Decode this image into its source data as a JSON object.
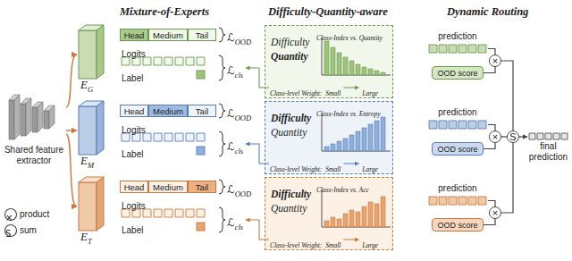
{
  "diagram": {
    "nodes": [
      {
        "text": [
          "Shared feature extractor"
        ]
      },
      {
        "text": [
          "E",
          "G"
        ]
      },
      {
        "text": [
          "E",
          "M"
        ]
      },
      {
        "text": [
          "E",
          "T"
        ]
      },
      {
        "text": [
          "Head"
        ]
      },
      {
        "text": [
          "Medium"
        ]
      },
      {
        "text": [
          "Tail"
        ]
      },
      {
        "text": [
          "Difficulty",
          "Quantity"
        ]
      },
      {
        "text": [
          "prediction"
        ]
      },
      {
        "text": [
          "OOD score"
        ]
      },
      {
        "text": [
          "×"
        ]
      },
      {
        "text": [
          "Head"
        ]
      },
      {
        "text": [
          "Medium"
        ]
      },
      {
        "text": [
          "Tail"
        ]
      },
      {
        "text": [
          "Difficulty",
          "Quantity"
        ]
      },
      {
        "text": [
          "prediction"
        ]
      },
      {
        "text": [
          "OOD score"
        ]
      },
      {
        "text": [
          "×"
        ]
      },
      {
        "text": [
          "Head"
        ]
      },
      {
        "text": [
          "Medium"
        ]
      },
      {
        "text": [
          "Tail"
        ]
      },
      {
        "text": [
          "Difficulty",
          "Quantity"
        ]
      },
      {
        "text": [
          "prediction"
        ]
      },
      {
        "text": [
          "OOD score"
        ]
      },
      {
        "text": [
          "×"
        ]
      },
      {
        "text": [
          "S"
        ]
      },
      {
        "text": [
          "final prediction"
        ]
      }
    ],
    "edges": [
      {
        "from": 0,
        "to": 1,
        "arrow": "to"
      },
      {
        "from": 0,
        "to": 2,
        "arrow": "to"
      },
      {
        "from": 0,
        "to": 3,
        "arrow": "to"
      },
      {
        "from": 8,
        "to": 10,
        "arrow": "none"
      },
      {
        "from": 9,
        "to": 10,
        "arrow": "none"
      },
      {
        "from": 10,
        "to": 25,
        "arrow": "none"
      },
      {
        "from": 15,
        "to": 17,
        "arrow": "none"
      },
      {
        "from": 16,
        "to": 17,
        "arrow": "none"
      },
      {
        "from": 17,
        "to": 25,
        "arrow": "none"
      },
      {
        "from": 22,
        "to": 24,
        "arrow": "none"
      },
      {
        "from": 23,
        "to": 24,
        "arrow": "none"
      },
      {
        "from": 24,
        "to": 25,
        "arrow": "none"
      },
      {
        "from": 25,
        "to": 26,
        "arrow": "to"
      }
    ],
    "labels": [
      "Mixture-of-Experts",
      "Difficulty-Quantity-aware",
      "Dynamic Routing",
      "ℒ",
      "OOD",
      "Logits",
      "ℒ",
      "cls",
      "Label",
      "Class-Index vs. Quantity",
      "Class-level Weight:",
      "Small",
      "Large",
      "ℒ",
      "OOD",
      "Logits",
      "ℒ",
      "cls",
      "Label",
      "Class-Index vs. Entropy",
      "Class-level Weight:",
      "Small",
      "Large",
      "ℒ",
      "OOD",
      "Logits",
      "ℒ",
      "cls",
      "Label",
      "Class-Index vs. Acc",
      "Class-level Weight:",
      "Small",
      "Large",
      "×",
      "S"
    ],
    "legend": [
      {
        "text": "product"
      },
      {
        "text": "sum"
      }
    ]
  }
}
